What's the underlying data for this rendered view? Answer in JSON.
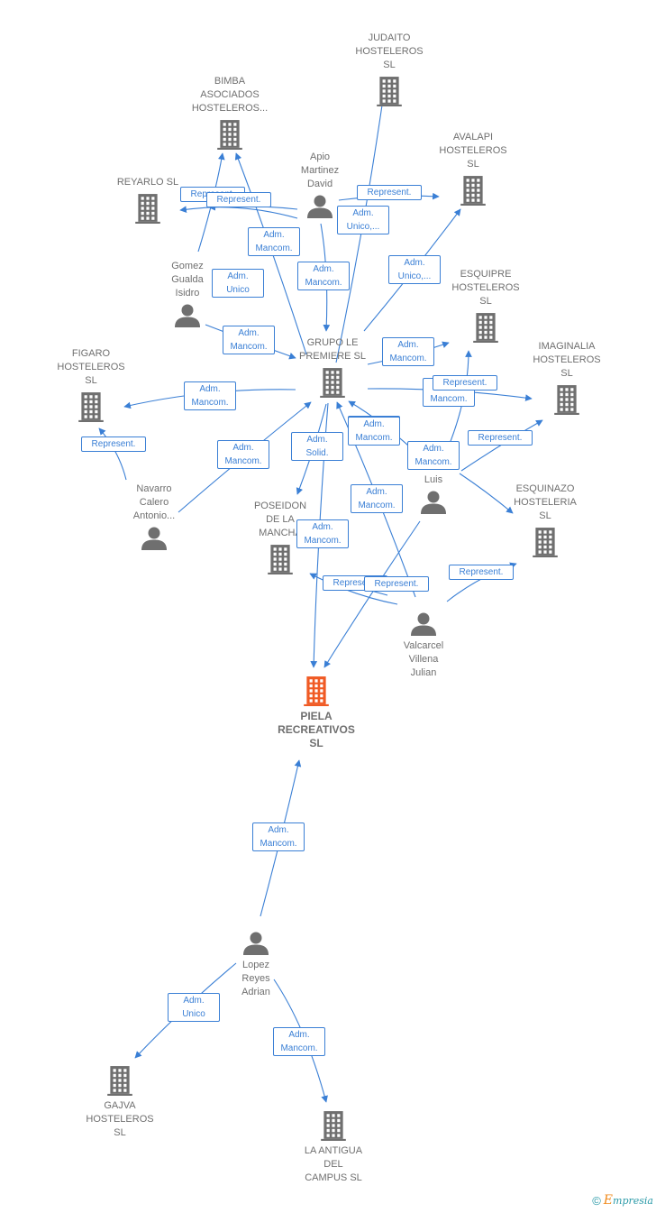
{
  "colors": {
    "company": "#6f6f6f",
    "main_company": "#f05a24",
    "person": "#6f6f6f",
    "edge": "#3a7fd5",
    "label_text": "#6f6f6f"
  },
  "brand": {
    "copyright": "©",
    "initial": "E",
    "rest": "mpresia"
  },
  "nodes": [
    {
      "id": "piela",
      "type": "company-main",
      "label": "PIELA\nRECREATIVOS\nSL"
    },
    {
      "id": "grupo",
      "type": "company",
      "label": "GRUPO LE\nPREMIERE  SL"
    },
    {
      "id": "judaito",
      "type": "company",
      "label": "JUDAITO\nHOSTELEROS\nSL"
    },
    {
      "id": "bimba",
      "type": "company",
      "label": "BIMBA\nASOCIADOS\nHOSTELEROS..."
    },
    {
      "id": "reyarlo",
      "type": "company",
      "label": "REYARLO  SL"
    },
    {
      "id": "avalapi",
      "type": "company",
      "label": "AVALAPI\nHOSTELEROS\nSL"
    },
    {
      "id": "esquipre",
      "type": "company",
      "label": "ESQUIPRE\nHOSTELEROS\nSL"
    },
    {
      "id": "imaginalia",
      "type": "company",
      "label": "IMAGINALIA\nHOSTELEROS\nSL"
    },
    {
      "id": "figaro",
      "type": "company",
      "label": "FIGARO\nHOSTELEROS\nSL"
    },
    {
      "id": "esquinazo",
      "type": "company",
      "label": "ESQUINAZO\nHOSTELERIA\nSL"
    },
    {
      "id": "poseidon",
      "type": "company",
      "label": "POSEIDON\nDE LA\nMANCHA"
    },
    {
      "id": "gajva",
      "type": "company",
      "label": "GAJVA\nHOSTELEROS\nSL"
    },
    {
      "id": "antigua",
      "type": "company",
      "label": "LA ANTIGUA\nDEL\nCAMPUS  SL"
    },
    {
      "id": "apio",
      "type": "person",
      "label": "Apio\nMartinez\nDavid"
    },
    {
      "id": "gomez",
      "type": "person",
      "label": "Gomez\nGualda\nIsidro"
    },
    {
      "id": "navarro",
      "type": "person",
      "label": "Navarro\nCalero\nAntonio..."
    },
    {
      "id": "luis",
      "type": "person",
      "label": "R...\nLuis"
    },
    {
      "id": "valcarcel",
      "type": "person",
      "label": "Valcarcel\nVillena\nJulian"
    },
    {
      "id": "lopez",
      "type": "person",
      "label": "Lopez\nReyes\nAdrian"
    }
  ],
  "edges": [
    {
      "from": "lopez",
      "to": "piela",
      "label": "Adm.\nMancom."
    },
    {
      "from": "lopez",
      "to": "gajva",
      "label": "Adm.\nUnico"
    },
    {
      "from": "lopez",
      "to": "antigua",
      "label": "Adm.\nMancom."
    },
    {
      "from": "grupo",
      "to": "piela",
      "label": "Adm.\nMancom."
    },
    {
      "from": "grupo",
      "to": "judaito",
      "label": "Adm.\nUnico,..."
    },
    {
      "from": "grupo",
      "to": "bimba",
      "label": "Adm.\nMancom."
    },
    {
      "from": "grupo",
      "to": "avalapi",
      "label": "Adm.\nUnico,..."
    },
    {
      "from": "grupo",
      "to": "esquipre",
      "label": "Adm.\nMancom."
    },
    {
      "from": "grupo",
      "to": "imaginalia",
      "label": "Adm.\nMancom."
    },
    {
      "from": "grupo",
      "to": "figaro",
      "label": "Adm.\nMancom."
    },
    {
      "from": "grupo",
      "to": "poseidon",
      "label": "Adm.\nSolid."
    },
    {
      "from": "grupo",
      "to": "reyarlo",
      "label": "Represent."
    },
    {
      "from": "apio",
      "to": "grupo",
      "label": "Adm.\nMancom."
    },
    {
      "from": "apio",
      "to": "avalapi",
      "label": "Represent."
    },
    {
      "from": "apio",
      "to": "reyarlo",
      "label": "Represent."
    },
    {
      "from": "gomez",
      "to": "bimba",
      "label": "Adm.\nUnico"
    },
    {
      "from": "gomez",
      "to": "grupo",
      "label": "Adm.\nMancom."
    },
    {
      "from": "navarro",
      "to": "figaro",
      "label": "Represent."
    },
    {
      "from": "navarro",
      "to": "grupo",
      "label": "Adm.\nMancom."
    },
    {
      "from": "luis",
      "to": "esquipre",
      "label": "Represent."
    },
    {
      "from": "luis",
      "to": "imaginalia",
      "label": "Represent."
    },
    {
      "from": "luis",
      "to": "grupo",
      "label": "Adm.\nMancom."
    },
    {
      "from": "luis",
      "to": "esquinazo",
      "label": "Adm.\nMancom."
    },
    {
      "from": "luis",
      "to": "piela",
      "label": "Adm.\nMancom."
    },
    {
      "from": "valcarcel",
      "to": "grupo",
      "label": "Adm.\nMancom."
    },
    {
      "from": "valcarcel",
      "to": "poseidon",
      "label": "Represent."
    },
    {
      "from": "valcarcel",
      "to": "esquinazo",
      "label": "Represent."
    },
    {
      "from": "valcarcel",
      "to": "poseidon",
      "label": "Represent."
    }
  ]
}
